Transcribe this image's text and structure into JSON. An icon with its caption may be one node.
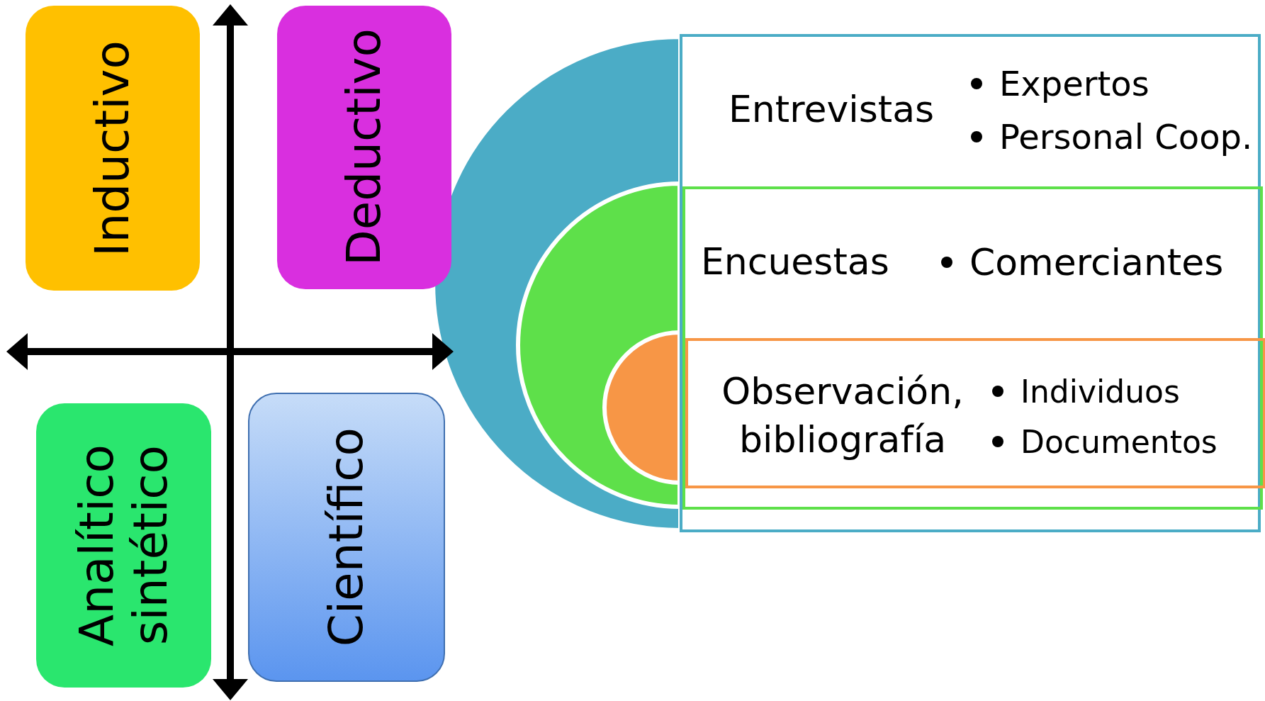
{
  "diagram": {
    "nodes": [
      {
        "text": [
          "Inductivo"
        ]
      },
      {
        "text": [
          "Deductivo"
        ]
      },
      {
        "text": [
          "Analítico sintético"
        ]
      },
      {
        "text": [
          "Científico"
        ]
      },
      {
        "text": [
          "Entrevistas",
          "Expertos",
          "Personal Coop."
        ]
      },
      {
        "text": [
          "Encuestas",
          "Comerciantes"
        ],
        "in": 4
      },
      {
        "text": [
          "Observación, bibliografía",
          "Individuos",
          "Documentos"
        ],
        "in": 5
      }
    ],
    "edges": []
  }
}
